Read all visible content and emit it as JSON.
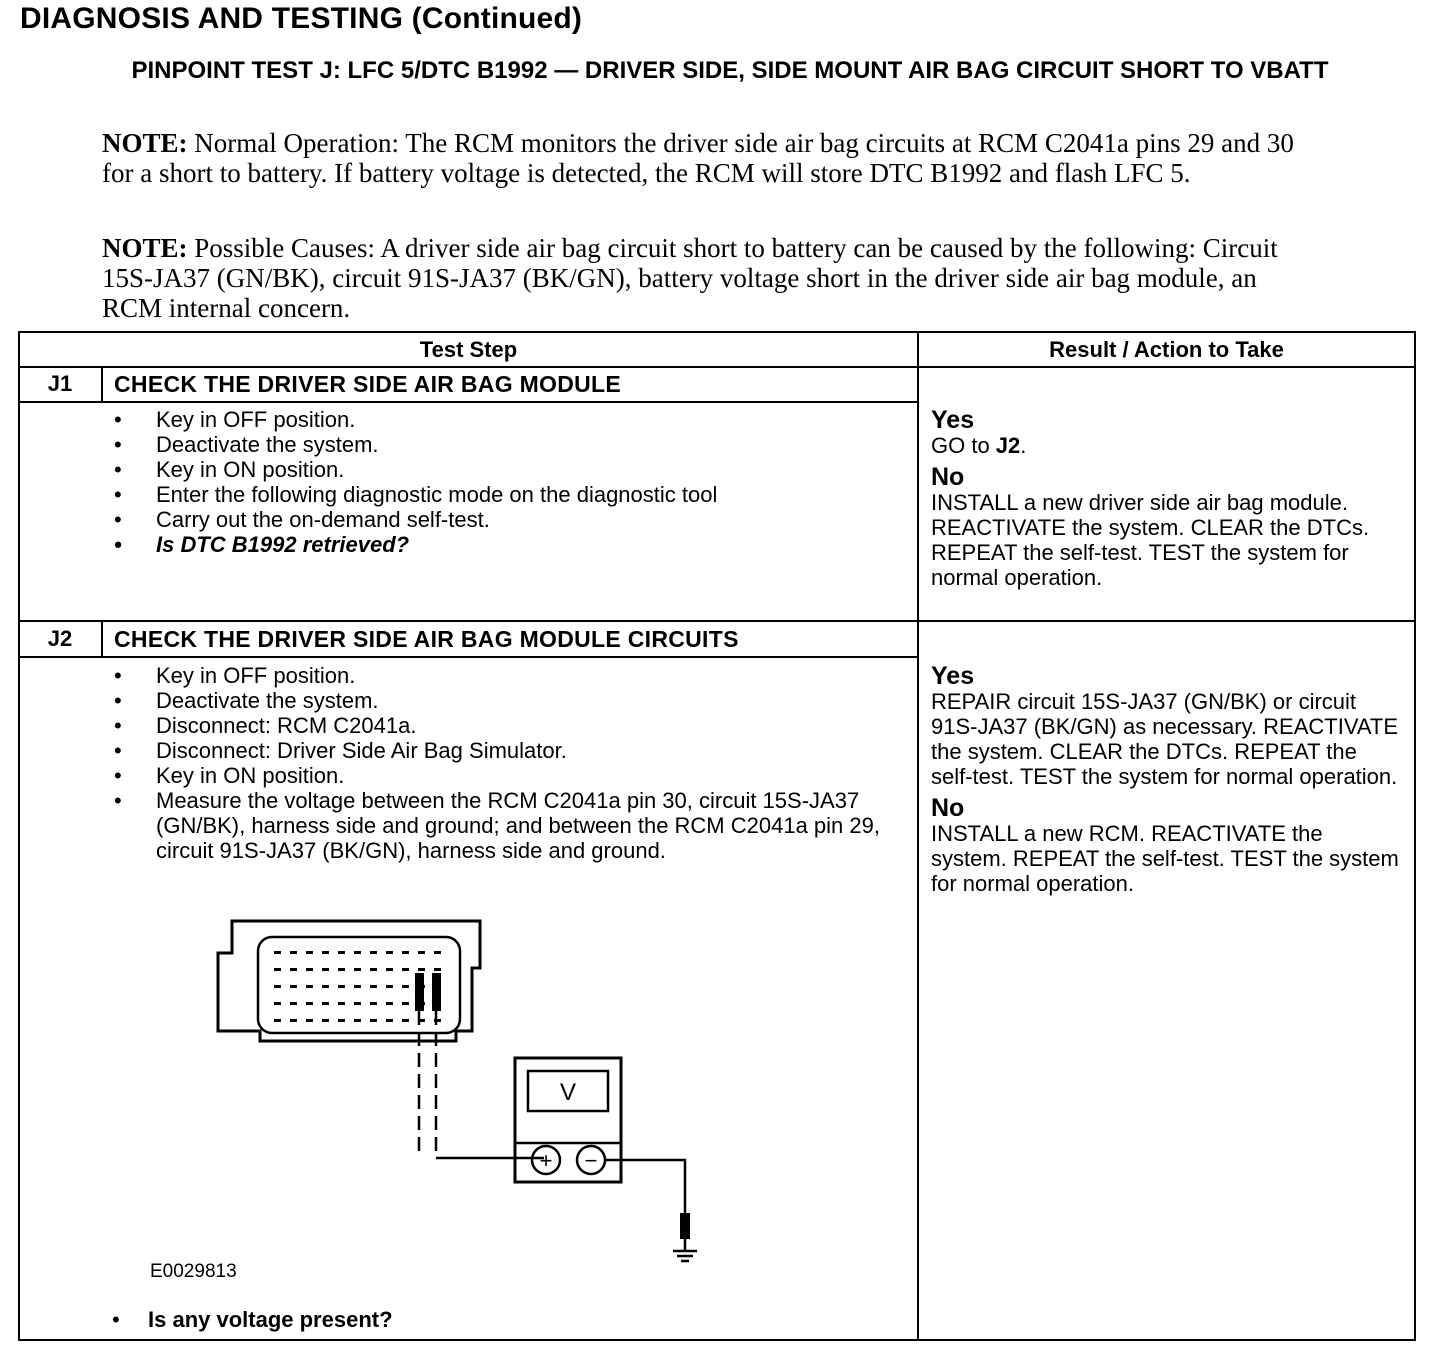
{
  "header": {
    "title": "DIAGNOSIS AND TESTING (Continued)",
    "subtitle": "PINPOINT TEST J: LFC 5/DTC B1992 — DRIVER SIDE, SIDE MOUNT AIR BAG CIRCUIT SHORT TO VBATT"
  },
  "notes": [
    {
      "label": "NOTE:",
      "text": " Normal Operation: The RCM monitors the driver side air bag circuits at RCM C2041a pins 29 and 30 for a short to battery. If battery voltage is detected, the RCM will store DTC B1992 and flash LFC 5."
    },
    {
      "label": "NOTE:",
      "text": " Possible Causes: A driver side air bag circuit short to battery can be caused by the following: Circuit 15S-JA37 (GN/BK), circuit 91S-JA37 (BK/GN), battery voltage short in the driver side air bag module, an RCM internal concern."
    }
  ],
  "table": {
    "col_test_step": "Test Step",
    "col_result": "Result / Action to Take",
    "steps": [
      {
        "id": "J1",
        "title": "CHECK THE DRIVER SIDE AIR BAG MODULE",
        "items": [
          "Key in OFF position.",
          "Deactivate the system.",
          "Key in ON position.",
          "Enter the following diagnostic mode on the diagnostic tool",
          "Carry out the on-demand self-test.",
          "Is DTC B1992 retrieved?"
        ],
        "yes_label": "Yes",
        "yes_prefix": "GO to ",
        "yes_ref": "J2",
        "yes_suffix": ".",
        "no_label": "No",
        "no_text": "INSTALL a new driver side air bag module. REACTIVATE the system. CLEAR the DTCs. REPEAT the self-test. TEST the system for normal operation."
      },
      {
        "id": "J2",
        "title": "CHECK THE DRIVER SIDE AIR BAG MODULE CIRCUITS",
        "items": [
          "Key in OFF position.",
          "Deactivate the system.",
          "Disconnect: RCM C2041a.",
          "Disconnect: Driver Side Air Bag Simulator.",
          "Key in ON position.",
          "Measure the voltage between the RCM C2041a pin 30, circuit 15S-JA37 (GN/BK), harness side and ground; and between the RCM C2041a pin 29, circuit 91S-JA37 (BK/GN), harness side and ground."
        ],
        "figure_id": "E0029813",
        "meter_label": "V",
        "meter_plus": "+",
        "meter_minus": "−",
        "question": "Is any voltage present?",
        "bullet": "•",
        "yes_label": "Yes",
        "yes_text": "REPAIR circuit 15S-JA37 (GN/BK) or circuit 91S-JA37 (BK/GN) as necessary. REACTIVATE the system. CLEAR the DTCs. REPEAT the self-test. TEST the system for normal operation.",
        "no_label": "No",
        "no_text": "INSTALL a new RCM. REACTIVATE the system. REPEAT the self-test. TEST the system for normal operation."
      }
    ]
  }
}
